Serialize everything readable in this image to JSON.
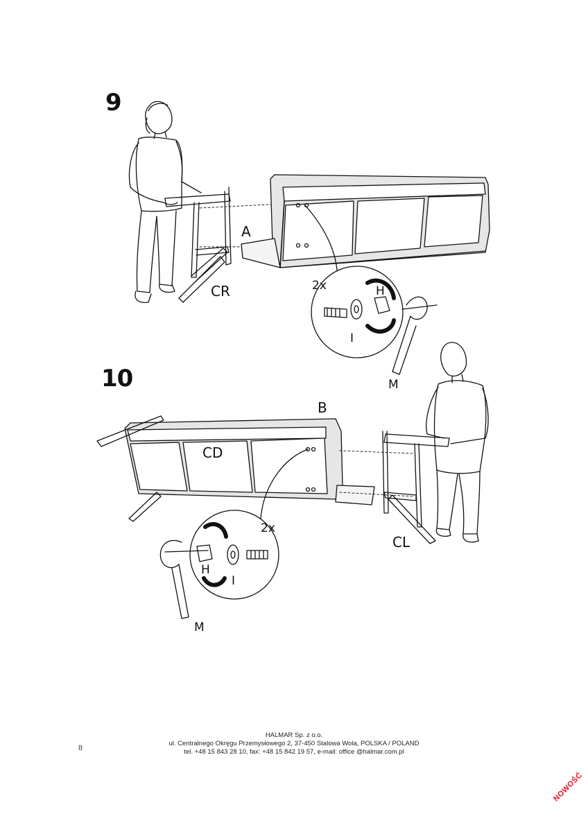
{
  "steps": [
    {
      "number": "9",
      "labels": {
        "part_a": "A",
        "part_cr": "CR",
        "qty": "2x",
        "nut": "H",
        "washer": "I",
        "wrench": "M"
      }
    },
    {
      "number": "10",
      "labels": {
        "part_b": "B",
        "part_cd": "CD",
        "part_cl": "CL",
        "qty": "2x",
        "nut": "H",
        "washer": "I",
        "wrench": "M"
      }
    }
  ],
  "footer": {
    "company": "HALMAR Sp. z o.o.",
    "address": "ul. Centralnego Okręgu Przemysłowego 2, 37-450 Stalowa Wola, POLSKA / POLAND",
    "contact": "tel. +48 15 843 28 10, fax: +48 15 842 19 57, e-mail: office @halmar.com.pl"
  },
  "page_number": "8",
  "stamp": "NOWOŚĆ"
}
